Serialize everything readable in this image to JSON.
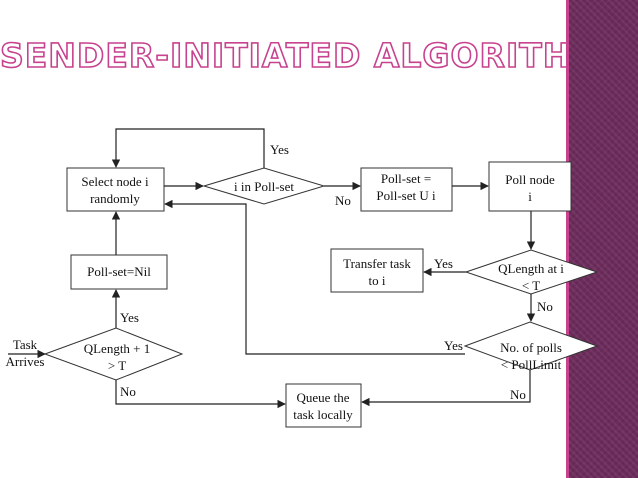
{
  "slide": {
    "title": "SENDER-INITIATED ALGORITHM",
    "accent": "#c7428f",
    "sidebar_color": "#6d2c5c"
  },
  "nodes": {
    "select_node": [
      "Select node i",
      "randomly"
    ],
    "i_in_pollset": [
      "i in Poll-set"
    ],
    "pollset_union": [
      "Poll-set =",
      "Poll-set U i"
    ],
    "poll_node": [
      "Poll node",
      "i"
    ],
    "transfer_task": [
      "Transfer task",
      "to i"
    ],
    "qlength_at_i": [
      "QLength at i",
      "< T"
    ],
    "pollset_nil": [
      "Poll-set=Nil"
    ],
    "task_arrives": [
      "Task",
      "Arrives"
    ],
    "qlength_check": [
      "QLength + 1",
      "> T"
    ],
    "num_polls": [
      "No. of polls",
      "< PollLimit"
    ],
    "queue_locally": [
      "Queue the",
      "task locally"
    ]
  },
  "labels": {
    "yes_top": "Yes",
    "no_mid": "No",
    "yes_transfer": "Yes",
    "no_qlength_i": "No",
    "yes_pollset": "Yes",
    "yes_polls": "Yes",
    "no_bottom_left": "No",
    "no_bottom_right": "No"
  }
}
